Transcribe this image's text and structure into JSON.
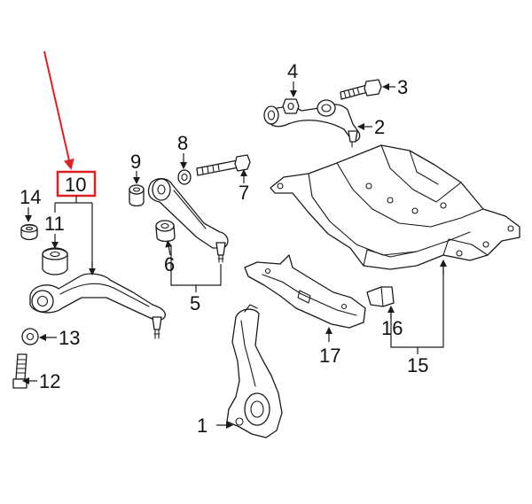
{
  "labels": {
    "l1": "1",
    "l2": "2",
    "l3": "3",
    "l4": "4",
    "l5": "5",
    "l6": "6",
    "l7": "7",
    "l8": "8",
    "l9": "9",
    "l10": "10",
    "l11": "11",
    "l12": "12",
    "l13": "13",
    "l14": "14",
    "l15": "15",
    "l16": "16",
    "l17": "17"
  },
  "highlight": {
    "color": "#e02020",
    "part": "10"
  }
}
